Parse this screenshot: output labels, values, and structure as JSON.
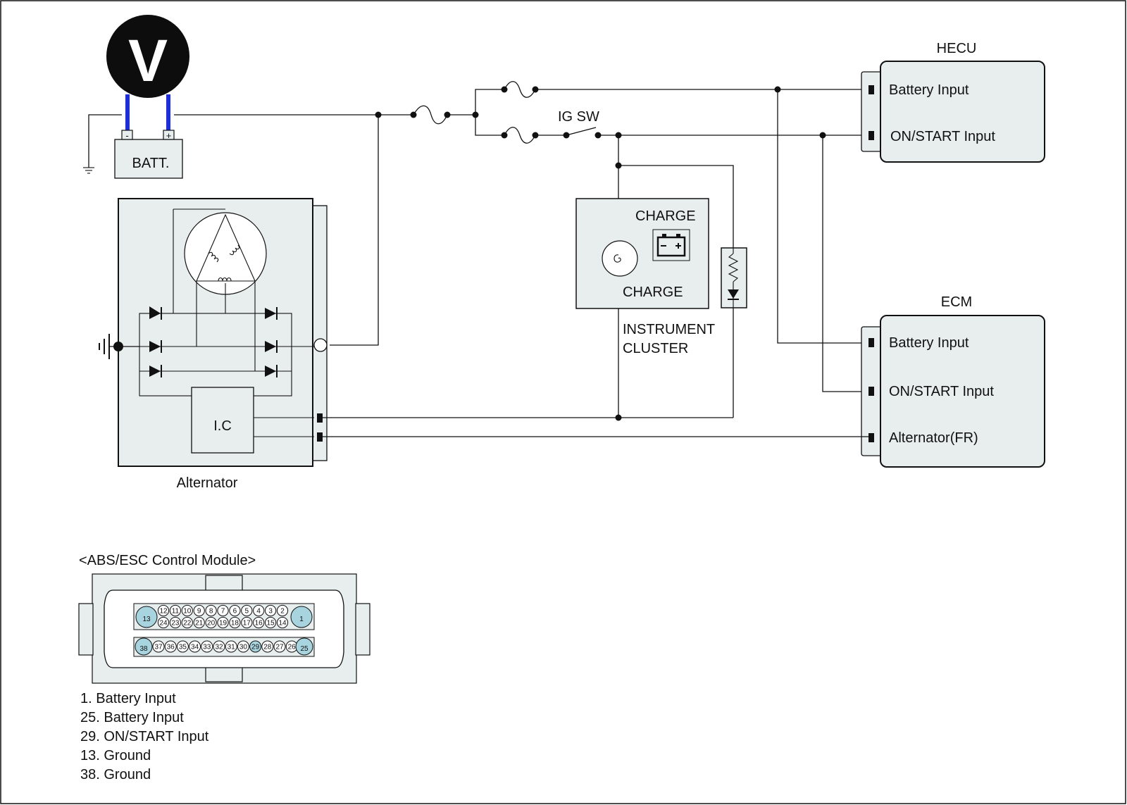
{
  "colors": {
    "module_fill": "#e8eeee",
    "pin_highlight": "#a8d4df",
    "probe_lead": "#1f2fd6",
    "line": "#111111"
  },
  "voltmeter": {
    "symbol": "V"
  },
  "battery": {
    "label": "BATT.",
    "neg": "-",
    "pos": "+"
  },
  "ig_switch": {
    "label": "IG SW"
  },
  "hecu": {
    "title": "HECU",
    "pins": [
      "Battery Input",
      "ON/START Input"
    ]
  },
  "ecm": {
    "title": "ECM",
    "pins": [
      "Battery Input",
      "ON/START Input",
      "Alternator(FR)"
    ]
  },
  "cluster": {
    "warning_label": "CHARGE",
    "lamp_label": "CHARGE",
    "name_line1": "INSTRUMENT",
    "name_line2": "CLUSTER"
  },
  "alternator": {
    "label": "Alternator",
    "ic_label": "I.C"
  },
  "abs_module": {
    "title": "<ABS/ESC Control Module>",
    "top_row": [
      "13",
      "12",
      "11",
      "10",
      "9",
      "8",
      "7",
      "6",
      "5",
      "4",
      "3",
      "2",
      "1"
    ],
    "second_row": [
      "24",
      "23",
      "22",
      "21",
      "20",
      "19",
      "18",
      "17",
      "16",
      "15",
      "14"
    ],
    "bottom_row": [
      "38",
      "37",
      "36",
      "35",
      "34",
      "33",
      "32",
      "31",
      "30",
      "29",
      "28",
      "27",
      "26",
      "25"
    ],
    "highlighted_pins": [
      "1",
      "13",
      "25",
      "29",
      "38"
    ],
    "legend": [
      "1. Battery Input",
      "25. Battery Input",
      "29. ON/START Input",
      "13. Ground",
      "38. Ground"
    ]
  }
}
